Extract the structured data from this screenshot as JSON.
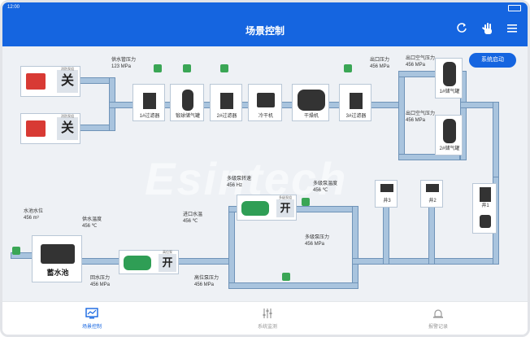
{
  "statusbar": {
    "time": "12:00"
  },
  "header": {
    "title": "场景控制",
    "refresh_icon": "refresh-icon",
    "hand_icon": "hand-icon",
    "menu_icon": "menu-icon"
  },
  "actions": {
    "system_start": "系统启动"
  },
  "watermark": "Esintech",
  "pumps_top": [
    {
      "label": "关",
      "caption": "消防泵组"
    },
    {
      "label": "关",
      "caption": "消防泵组"
    }
  ],
  "top_labels": {
    "inlet_pressure": "供水管压力",
    "inlet_value": "123 MPa",
    "filter1": "1#过滤器",
    "tank": "锻球储气罐",
    "filter2": "2#过滤器",
    "cooler": "冷干机",
    "dryer": "干燥机",
    "filter3": "3#过滤器",
    "outlet_pressure": "出口压力",
    "outlet_value": "456 MPa",
    "out_air1": "出口空气压力",
    "out_air1_value": "456 MPa",
    "out_air2": "出口空气压力",
    "out_air2_value": "456 MPa",
    "tank1": "1#储气罐",
    "tank2": "2#储气罐"
  },
  "bottom_labels": {
    "water_level": "水池水位",
    "water_level_value": "456 m³",
    "supply_temp": "供水温度",
    "supply_temp_value": "456 ℃",
    "return_pressure": "回水压力",
    "return_pressure_value": "456 MPa",
    "fan_unit_label": "高位泵",
    "fan_state": "开",
    "fan_unit_label2": "多级泵组",
    "fan_state2": "开",
    "motor_speed": "多级泵转速",
    "motor_speed_value": "456 Hz",
    "inlet_temp": "进口水温",
    "inlet_temp_value": "456 ℃",
    "hp_pressure": "高位泵压力",
    "hp_pressure_value": "456 MPa",
    "multi_temp": "多级泵温度",
    "multi_temp_value": "456 ℃",
    "multi_pressure": "多级泵压力",
    "multi_pressure_value": "456 MPa",
    "pool": "蓄水池",
    "s1": "井3",
    "s2": "井2",
    "s3": "井1"
  },
  "tabs": [
    {
      "label": "场景控制",
      "active": true
    },
    {
      "label": "系统监测",
      "active": false
    },
    {
      "label": "报警记录",
      "active": false
    }
  ]
}
